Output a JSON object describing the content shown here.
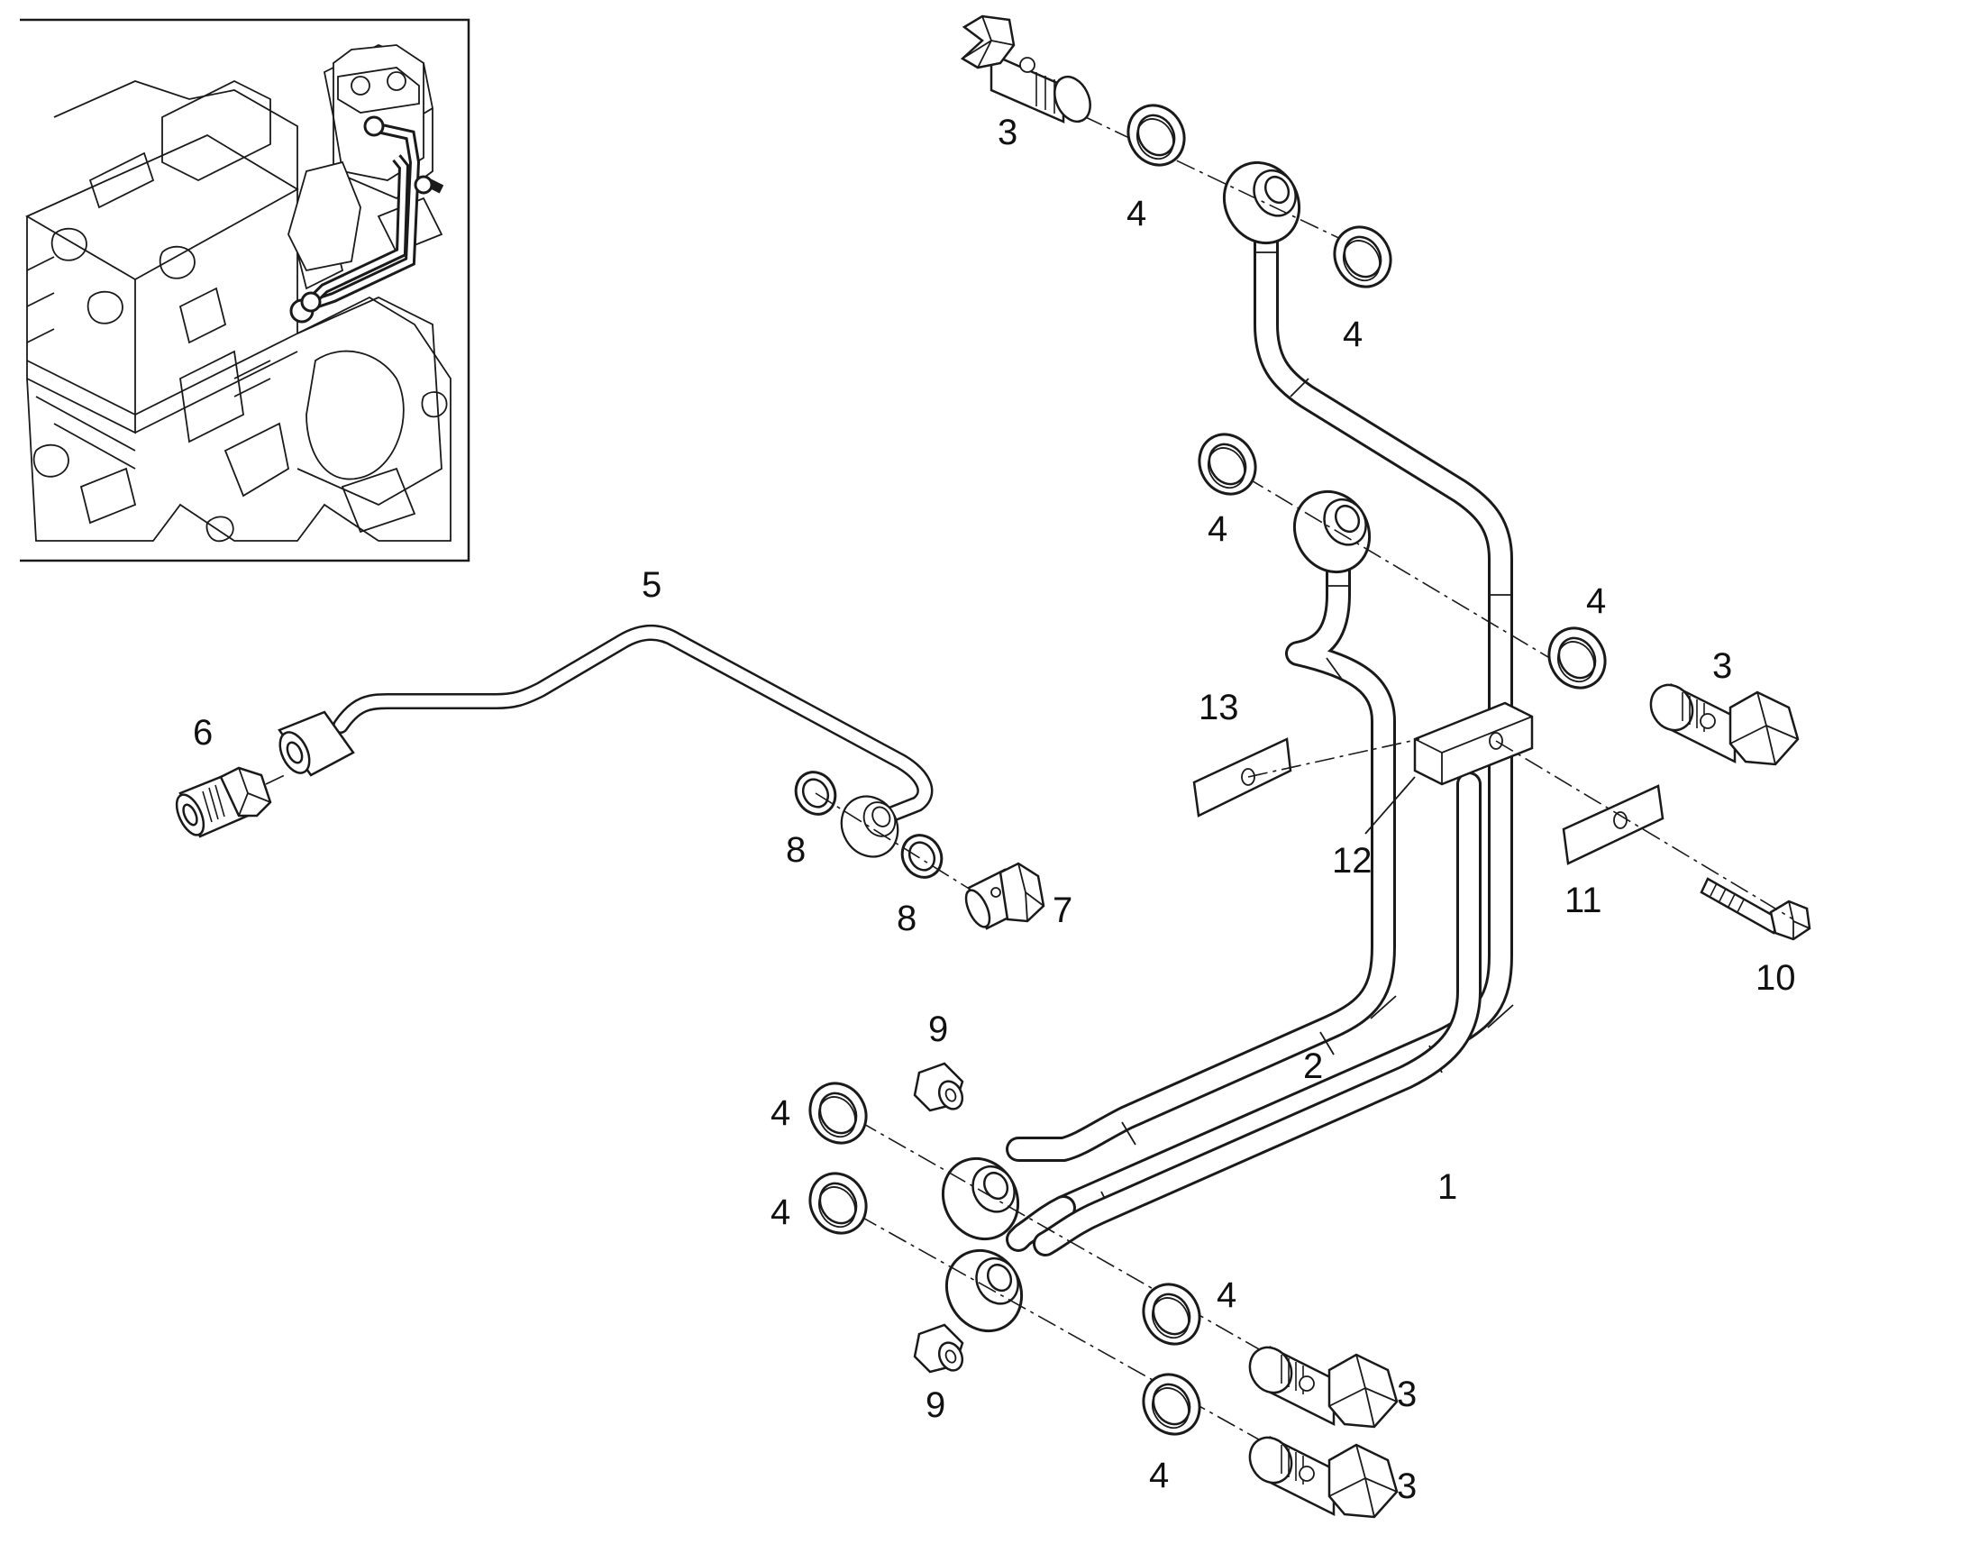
{
  "callouts": {
    "c1": "1",
    "c2": "2",
    "c3a": "3",
    "c3b": "3",
    "c3c": "3",
    "c3d": "3",
    "c4a": "4",
    "c4b": "4",
    "c4c": "4",
    "c4d": "4",
    "c4e": "4",
    "c4f": "4",
    "c4g": "4",
    "c4h": "4",
    "c5": "5",
    "c6": "6",
    "c7": "7",
    "c8a": "8",
    "c8b": "8",
    "c9a": "9",
    "c9b": "9",
    "c10": "10",
    "c11": "11",
    "c12": "12",
    "c13": "13"
  },
  "colors": {
    "line": "#1a1a1a",
    "background": "#ffffff"
  }
}
